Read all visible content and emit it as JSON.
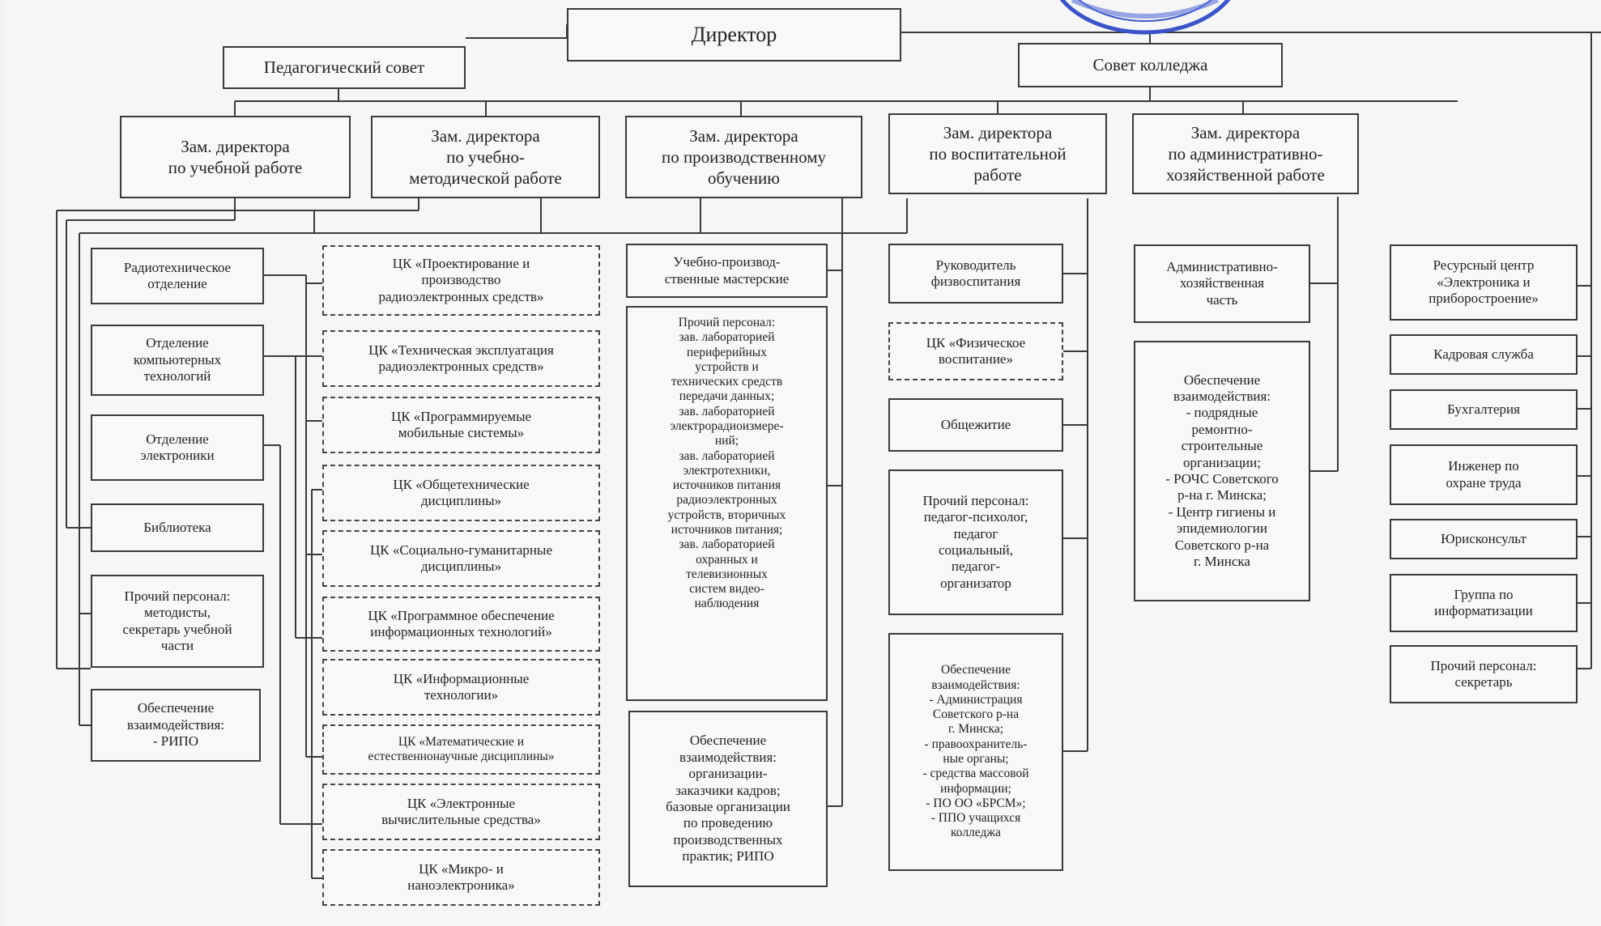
{
  "director": "Директор",
  "ped_council": "Педагогический совет",
  "college_council": "Совет колледжа",
  "deputies": [
    "Зам. директора\nпо учебной работе",
    "Зам. директора\nпо учебно-\nметодической работе",
    "Зам. директора\nпо производственному\nобучению",
    "Зам. директора\nпо воспитательной\nработе",
    "Зам. директора\nпо административно-\nхозяйственной работе"
  ],
  "col1": [
    "Радиотехническое\nотделение",
    "Отделение\nкомпьютерных\nтехнологий",
    "Отделение\nэлектроники",
    "Библиотека",
    "Прочий персонал:\nметодисты,\nсекретарь учебной\nчасти",
    "Обеспечение\nвзаимодействия:\n- РИПО"
  ],
  "col2": [
    "ЦК «Проектирование и\nпроизводство\nрадиоэлектронных средств»",
    "ЦК «Техническая эксплуатация\nрадиоэлектронных средств»",
    "ЦК «Программируемые\nмобильные системы»",
    "ЦК «Общетехнические\nдисциплины»",
    "ЦК «Социально-гуманитарные\nдисциплины»",
    "ЦК «Программное обеспечение\nинформационных технологий»",
    "ЦК «Информационные\nтехнологии»",
    "ЦК «Математические и\nестественнонаучные дисциплины»",
    "ЦК «Электронные\nвычислительные средства»",
    "ЦК «Микро- и\nнаноэлектроника»"
  ],
  "col3": [
    "Учебно-производ-\nственные мастерские",
    "Прочий персонал:\nзав. лабораторией\nпериферийных\nустройств и\nтехнических средств\nпередачи данных;\nзав. лабораторией\nэлектрорадиоизмере-\nний;\nзав. лабораторией\nэлектротехники,\nисточников питания\nрадиоэлектронных\nустройств, вторичных\nисточников питания;\nзав. лабораторией\nохранных и\nтелевизионных\nсистем видео-\nнаблюдения",
    "Обеспечение\nвзаимодействия:\nорганизации-\nзаказчики кадров;\nбазовые организации\nпо проведению\nпроизводственных\nпрактик; РИПО"
  ],
  "col4": [
    "Руководитель\nфизвоспитания",
    "ЦК «Физическое\nвоспитание»",
    "Общежитие",
    "Прочий персонал:\nпедагог-психолог,\nпедагог\nсоциальный,\nпедагог-\nорганизатор",
    "Обеспечение\nвзаимодействия:\n- Администрация\nСоветского р-на\nг. Минска;\n- правоохранитель-\nные органы;\n- средства массовой\nинформации;\n- ПО ОО «БРСМ»;\n- ППО учащихся\nколледжа"
  ],
  "col5": [
    "Административно-\nхозяйственная\nчасть",
    "Обеспечение\nвзаимодействия:\n- подрядные\nремонтно-\nстроительные\nорганизации;\n- РОЧС Советского\nр-на г. Минска;\n- Центр гигиены и\nэпидемиологии\nСоветского р-на\nг. Минска"
  ],
  "col6": [
    "Ресурсный центр\n«Электроника и\nприборостроение»",
    "Кадровая служба",
    "Бухгалтерия",
    "Инженер по\nохране труда",
    "Юрисконсульт",
    "Группа по\nинформатизации",
    "Прочий персонал:\nсекретарь"
  ],
  "colors": {
    "line": "#3a3a3a",
    "stamp": "#3b55c8"
  }
}
